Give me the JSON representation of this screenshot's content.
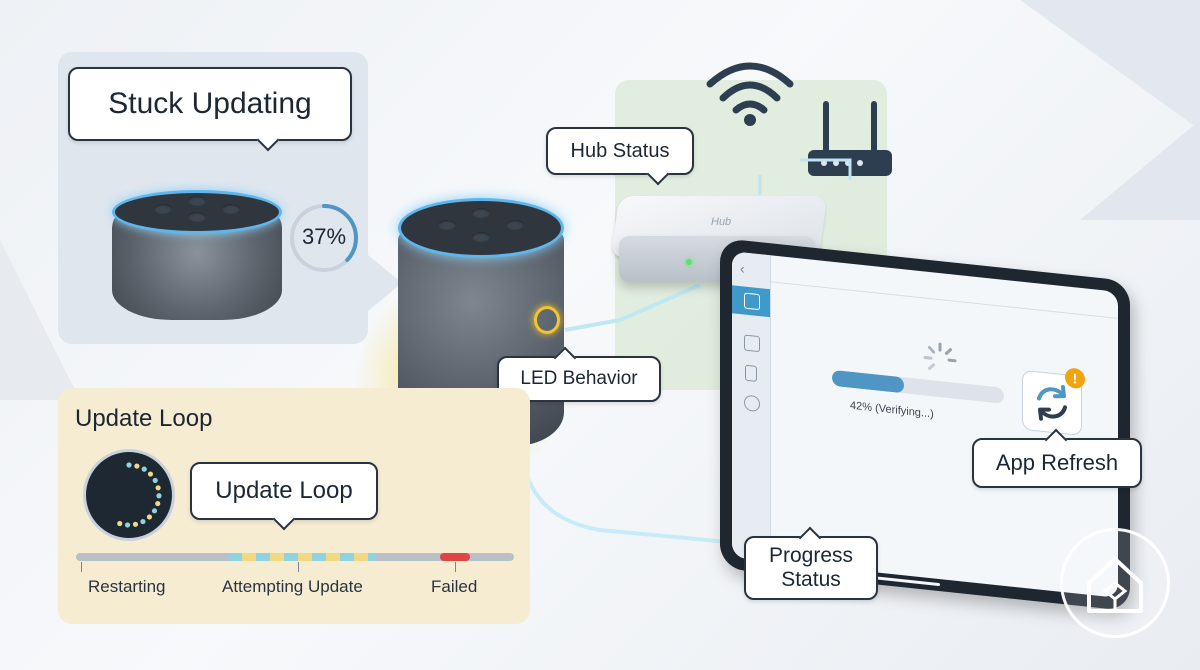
{
  "stuck_panel": {
    "title": "Stuck Updating",
    "percent": "37%",
    "percent_value": 37
  },
  "hub": {
    "callout": "Hub Status",
    "device_label": "Hub"
  },
  "led": {
    "callout": "LED Behavior"
  },
  "update_loop_panel": {
    "heading": "Update Loop",
    "callout": "Update Loop",
    "timeline": [
      "Restarting",
      "Attempting Update",
      "Failed"
    ]
  },
  "tablet": {
    "progress_text": "42% (Verifying...)",
    "progress_value": 42,
    "app_refresh_callout": "App Refresh"
  },
  "progress_status_callout": "Progress Status",
  "colors": {
    "led_blue": "#5fb6ec",
    "led_yellow": "#f2c52e",
    "hub_green": "#59e36a",
    "progress_fill": "#4f96c4",
    "failed_red": "#e04545",
    "alert_orange": "#f2a40f"
  }
}
